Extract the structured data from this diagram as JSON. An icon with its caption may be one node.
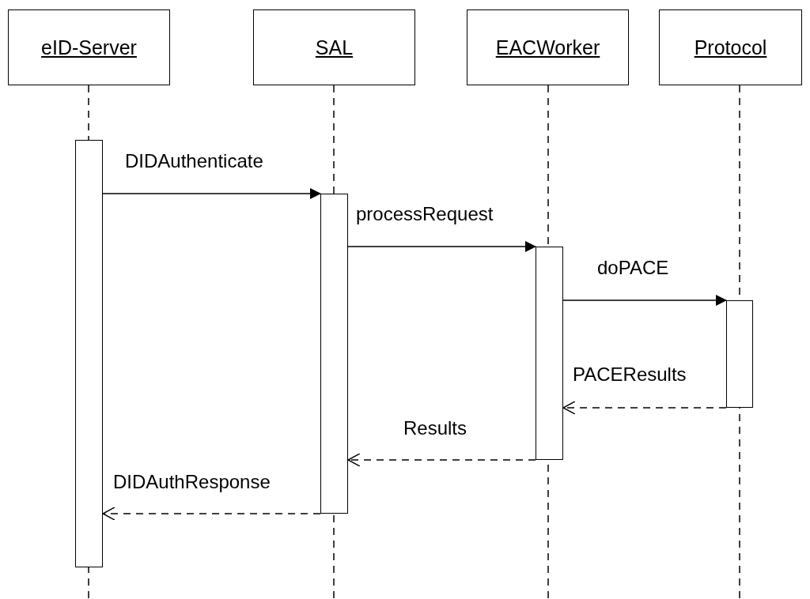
{
  "diagram": {
    "nodes": [
      {
        "text": [
          "eID-Server"
        ]
      },
      {
        "text": [
          "SAL"
        ]
      },
      {
        "text": [
          "EACWorker"
        ]
      },
      {
        "text": [
          "Protocol"
        ]
      },
      {
        "text": [],
        "shape": "bar"
      },
      {
        "text": [],
        "shape": "bar"
      },
      {
        "text": [],
        "shape": "bar"
      },
      {
        "text": [],
        "shape": "bar"
      }
    ],
    "edges": [
      {
        "from": 4,
        "to": 5,
        "arrow": "to",
        "label": "DIDAuthenticate"
      },
      {
        "from": 5,
        "to": 6,
        "arrow": "to",
        "label": "processRequest"
      },
      {
        "from": 6,
        "to": 7,
        "arrow": "to",
        "label": "doPACE"
      },
      {
        "from": 7,
        "to": 6,
        "arrow": "to",
        "label": "PACEResults",
        "style": "dashed"
      },
      {
        "from": 6,
        "to": 5,
        "arrow": "to",
        "label": "Results",
        "style": "dashed"
      },
      {
        "from": 5,
        "to": 4,
        "arrow": "to",
        "label": "DIDAuthResponse",
        "style": "dashed"
      }
    ]
  }
}
